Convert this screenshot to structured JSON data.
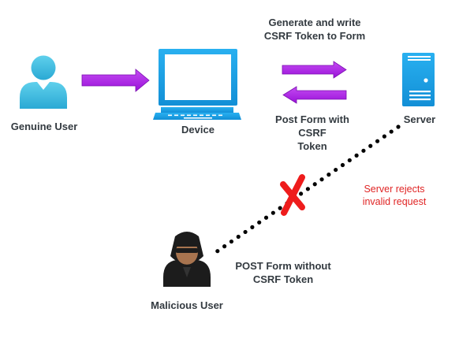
{
  "labels": {
    "genuine_user": "Genuine User",
    "device": "Device",
    "server": "Server",
    "generate_line1": "Generate and write",
    "generate_line2": "CSRF Token to Form",
    "post_with_line1": "Post Form with",
    "post_with_line2": "CSRF",
    "post_with_line3": "Token",
    "rejects_line1": "Server rejects",
    "rejects_line2": "invalid request",
    "post_without_line1": "POST Form without",
    "post_without_line2": "CSRF Token",
    "malicious_user": "Malicious User"
  },
  "icons": {
    "genuine_user": "person-icon",
    "device": "desktop-computer-icon",
    "server": "server-tower-icon",
    "malicious_user": "hacker-icon",
    "blocked": "red-x-icon"
  },
  "colors": {
    "arrow": "#b023e8",
    "person": "#3dbcde",
    "device": "#1aa3e8",
    "server": "#1aa3e8",
    "reject_text": "#e02525",
    "cross": "#ee1c1c",
    "dots": "#000000"
  }
}
